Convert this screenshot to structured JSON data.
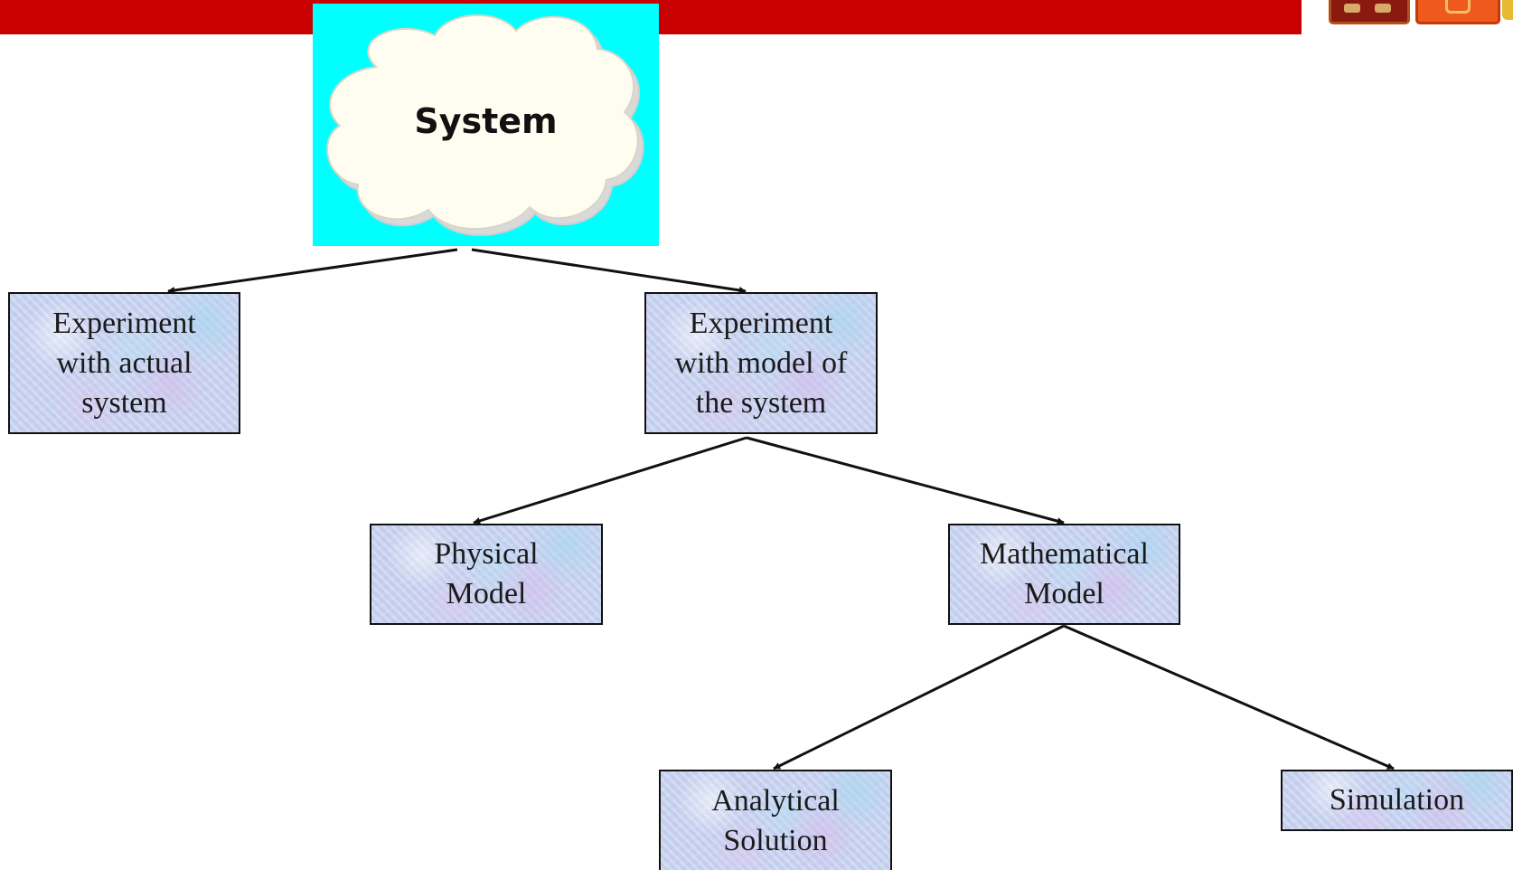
{
  "header": {
    "bar_color": "#c80000",
    "logo_icons": [
      "book-logo-icon",
      "orange-logo-icon",
      "yellow-logo-icon"
    ]
  },
  "diagram": {
    "root": {
      "label": "System",
      "shape": "cloud",
      "background": "#00ffff"
    },
    "nodes": [
      {
        "id": "actual",
        "label": "Experiment\nwith actual\nsystem",
        "parent": "system"
      },
      {
        "id": "model",
        "label": "Experiment\nwith model of\nthe system",
        "parent": "system"
      },
      {
        "id": "physical",
        "label": "Physical\nModel",
        "parent": "model"
      },
      {
        "id": "math",
        "label": "Mathematical\nModel",
        "parent": "model"
      },
      {
        "id": "analytic",
        "label": "Analytical\nSolution",
        "parent": "math"
      },
      {
        "id": "sim",
        "label": "Simulation",
        "parent": "math"
      }
    ],
    "edges": [
      {
        "from": "system",
        "to": "actual"
      },
      {
        "from": "system",
        "to": "model"
      },
      {
        "from": "model",
        "to": "physical"
      },
      {
        "from": "model",
        "to": "math"
      },
      {
        "from": "math",
        "to": "analytic"
      },
      {
        "from": "math",
        "to": "sim"
      }
    ],
    "node_fill": "#c6d6f0",
    "line_color": "#111111"
  }
}
